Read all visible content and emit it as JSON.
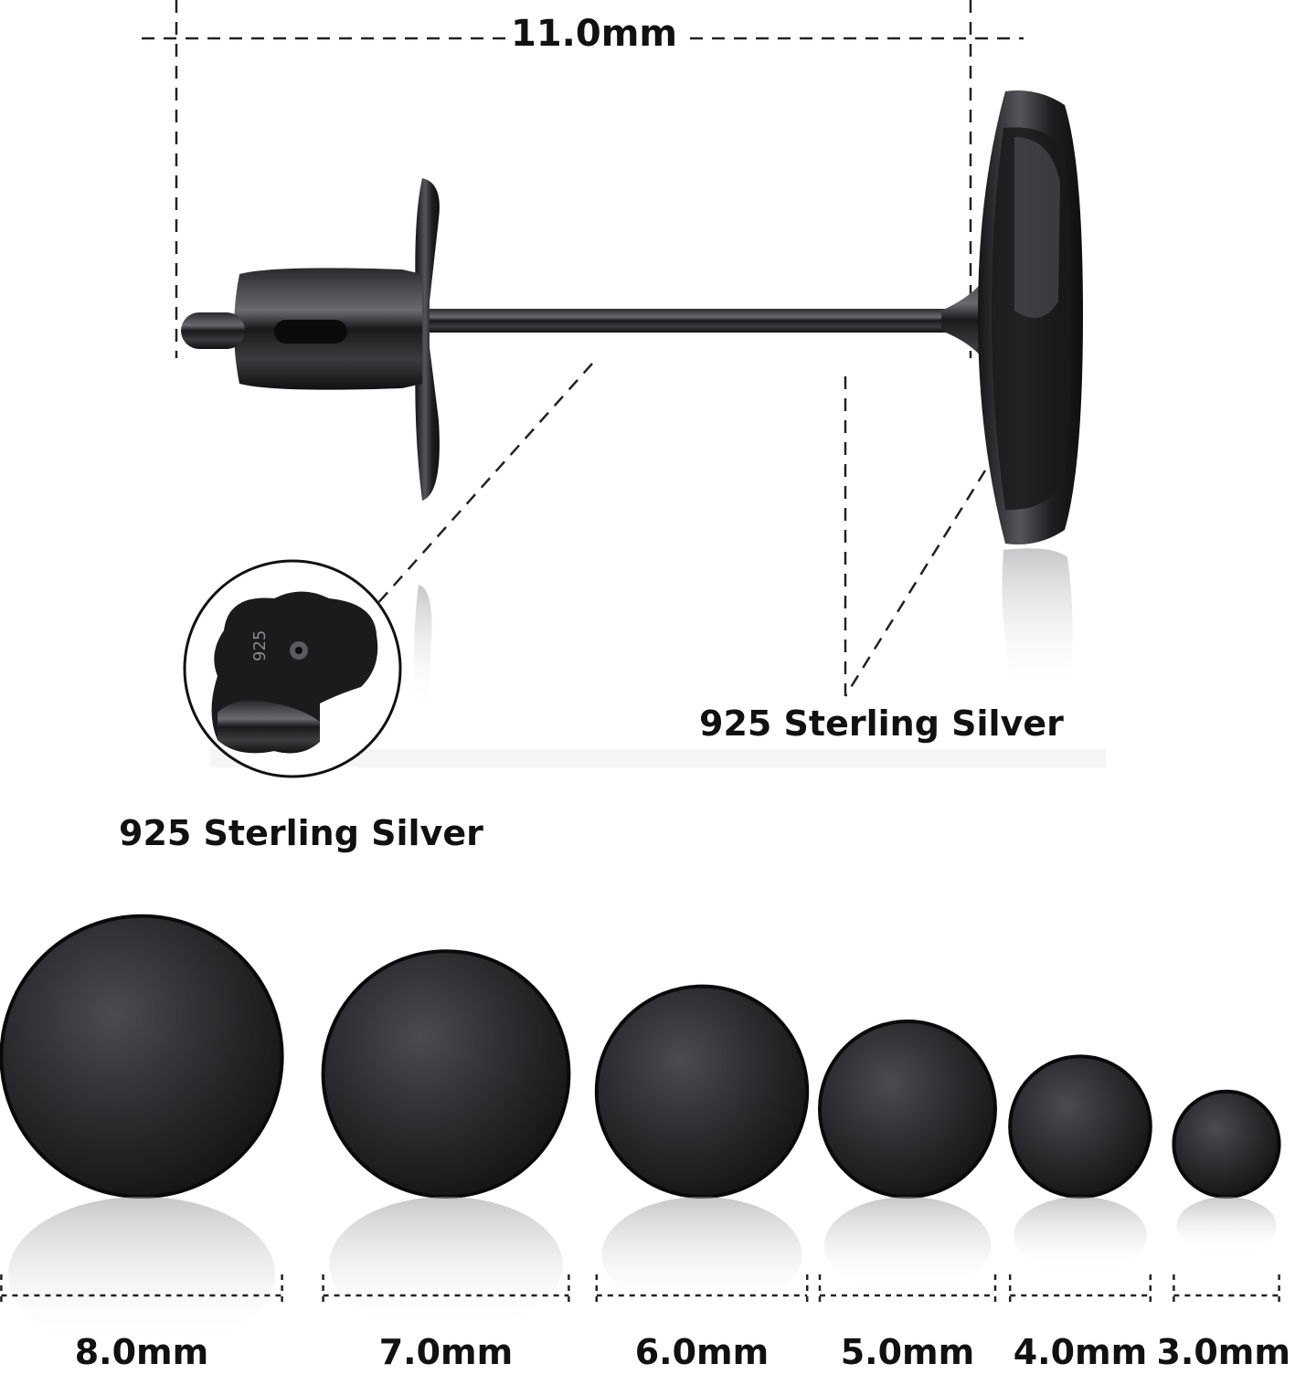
{
  "stud": {
    "length_label": "11.0mm",
    "length_mm": 11.0,
    "finish_color": "#1c1c1e"
  },
  "callouts": {
    "head_material": "925 Sterling Silver",
    "back_material": "925 Sterling Silver",
    "back_stamp": "925"
  },
  "sizes": [
    {
      "label": "8.0mm",
      "diameter_mm": 8.0
    },
    {
      "label": "7.0mm",
      "diameter_mm": 7.0
    },
    {
      "label": "6.0mm",
      "diameter_mm": 6.0
    },
    {
      "label": "5.0mm",
      "diameter_mm": 5.0
    },
    {
      "label": "4.0mm",
      "diameter_mm": 4.0
    },
    {
      "label": "3.0mm",
      "diameter_mm": 3.0
    }
  ]
}
